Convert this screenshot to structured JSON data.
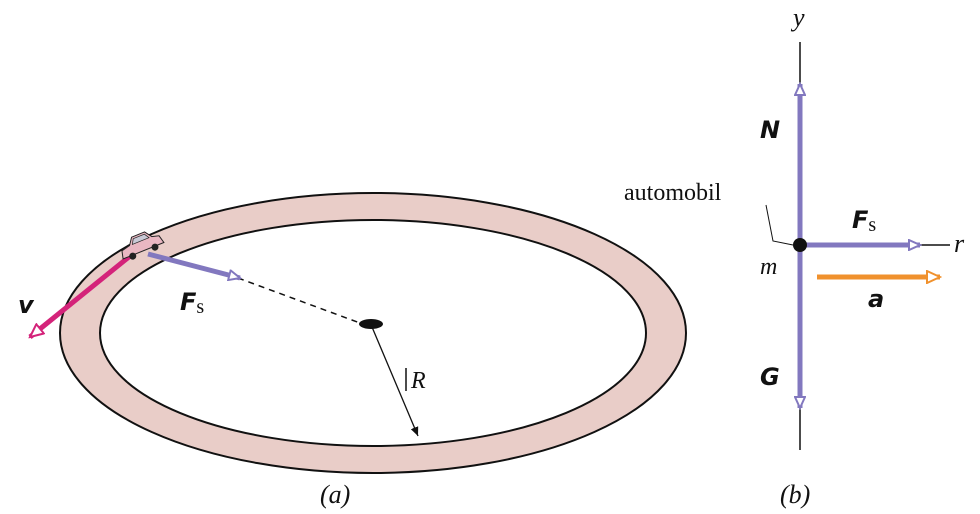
{
  "panel_a": {
    "caption": "(a)",
    "labels": {
      "velocity": "v",
      "friction_main": "F",
      "friction_sub": "s",
      "radius": "R"
    }
  },
  "panel_b": {
    "caption": "(b)",
    "labels": {
      "y_axis": "y",
      "r_axis": "r",
      "normal": "N",
      "weight": "G",
      "friction_main": "F",
      "friction_sub": "s",
      "acceleration": "a",
      "mass": "m",
      "body": "automobil"
    }
  },
  "colors": {
    "track_fill": "#e9cdc8",
    "track_stroke": "#111111",
    "force_purple": "#8278bf",
    "velocity_magenta": "#d4237a",
    "accel_orange": "#f0912d",
    "car_body": "#e9b7c2"
  }
}
